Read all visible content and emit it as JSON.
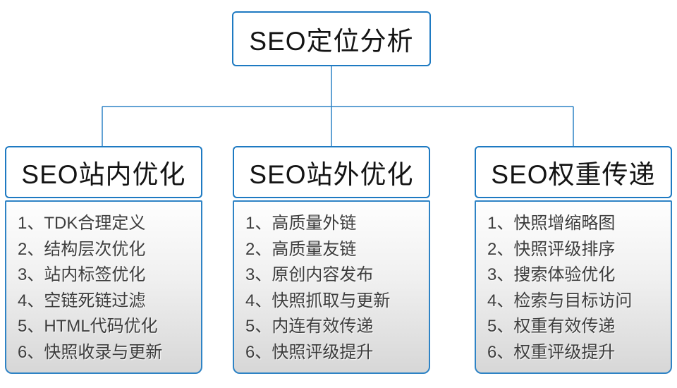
{
  "diagram": {
    "root": {
      "title": "SEO定位分析"
    },
    "columns": [
      {
        "title": "SEO站内优化",
        "items": [
          "1、TDK合理定义",
          "2、结构层次优化",
          "3、站内标签优化",
          "4、空链死链过滤",
          "5、HTML代码优化",
          "6、快照收录与更新"
        ]
      },
      {
        "title": "SEO站外优化",
        "items": [
          "1、高质量外链",
          "2、高质量友链",
          "3、原创内容发布",
          "4、快照抓取与更新",
          "5、内连有效传递",
          "6、快照评级提升"
        ]
      },
      {
        "title": "SEO权重传递",
        "items": [
          "1、快照增缩略图",
          "2、快照评级排序",
          "3、搜索体验优化",
          "4、检索与目标访问",
          "5、权重有效传递",
          "6、权重评级提升"
        ]
      }
    ],
    "colors": {
      "box_border": "#1e7ac2",
      "connector": "#2e83c5",
      "list_gradient_top": "#fefefe",
      "list_gradient_bottom": "#d7d7d7",
      "heading_text": "#141414",
      "item_text": "#3d3d3d"
    }
  }
}
